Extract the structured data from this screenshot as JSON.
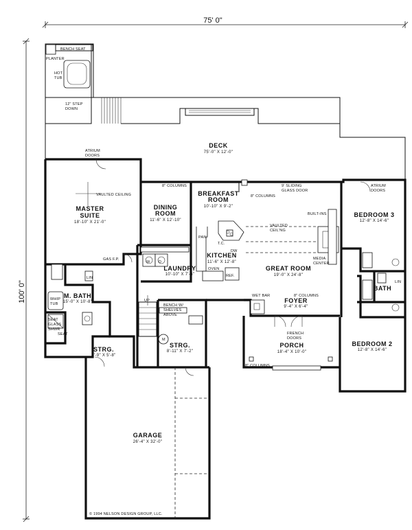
{
  "dimensions": {
    "width": "75' 0\"",
    "height": "100' 0\""
  },
  "rooms": {
    "deck": {
      "name": "DECK",
      "size": "75'-0\" X 12'-0\""
    },
    "master": {
      "name_1": "MASTER",
      "name_2": "SUITE",
      "size": "18'-10\" X 21'-0\""
    },
    "dining": {
      "name": "DINING",
      "name_2": "ROOM",
      "size": "11'-6\" X 12'-10\""
    },
    "breakfast": {
      "name": "BREAKFAST",
      "name_2": "ROOM",
      "size": "10'-10\" X 9'-2\""
    },
    "bedroom3": {
      "name": "BEDROOM 3",
      "size": "12'-8\" X 14'-6\""
    },
    "kitchen": {
      "name": "KITCHEN",
      "size": "11'-6\" X 12'-8\""
    },
    "laundry": {
      "name": "LAUNDRY",
      "size": "10'-10\" X 7'-6\""
    },
    "great": {
      "name": "GREAT ROOM",
      "size": "19'-0\" X 24'-8\""
    },
    "mbath": {
      "name": "M. BATH",
      "size": "15'-0\" X 10'-8\""
    },
    "bath": {
      "name": "BATH"
    },
    "foyer": {
      "name": "FOYER",
      "size": "9'-4\" X 6'-4\""
    },
    "strg1": {
      "name": "STRG.",
      "size": "6'-9\" X 5'-8\""
    },
    "strg2": {
      "name": "STRG.",
      "size": "8'-11\" X 7'-2\""
    },
    "porch": {
      "name": "PORCH",
      "size": "18'-4\" X 10'-0\""
    },
    "bedroom2": {
      "name": "BEDROOM 2",
      "size": "12'-8\" X 14'-6\""
    },
    "garage": {
      "name": "GARAGE",
      "size": "26'-4\" X 32'-0\""
    }
  },
  "notes": {
    "bench_seat": "BENCH SEAT",
    "planter": "PLANTER",
    "hot": "HOT",
    "tub": "TUB",
    "step_1": "12\" STEP",
    "step_2": "DOWN",
    "atrium_1": "ATRIUM",
    "atrium_2": "DOORS",
    "vaulted_ceiling": "VAULTED CEILING",
    "columns_8a": "8\" COLUMNS",
    "columns_8b": "8\" COLUMNS",
    "columns_8c": "8\" COLUMNS",
    "columns_8d": "8\" COLUMNS",
    "sliding_1": "9' SLIDING",
    "sliding_2": "GLASS DOOR",
    "built_ins": "BUILT-INS",
    "vaulted_ceil_1": "VAULTED",
    "vaulted_ceil_2": "CEIL'NG",
    "media_1": "MEDIA",
    "media_2": "CENTER",
    "pan": "PAN.",
    "tc": "T.C.",
    "dw": "DW",
    "oven": "OVEN",
    "ref": "REF.",
    "gas_fp": "GAS F.P.",
    "lin_a": "LIN",
    "lin_b": "LIN",
    "whirl_1": "WHIP",
    "whirl_2": "TUB",
    "seat_1": "SEAT",
    "seat_2": "GLASS",
    "seat_3": "SHWR",
    "seat_4": "SEAT",
    "wet_bar": "WET BAR",
    "w": "W",
    "d": "D",
    "up": "UP",
    "bench_1": "BENCH W/",
    "bench_2": "SHELVES",
    "bench_3": "ABOVE",
    "m": "M",
    "french_1": "FRENCH",
    "french_2": "DOORS",
    "copyright": "© 1994 NELSON DESIGN GROUP, LLC."
  }
}
